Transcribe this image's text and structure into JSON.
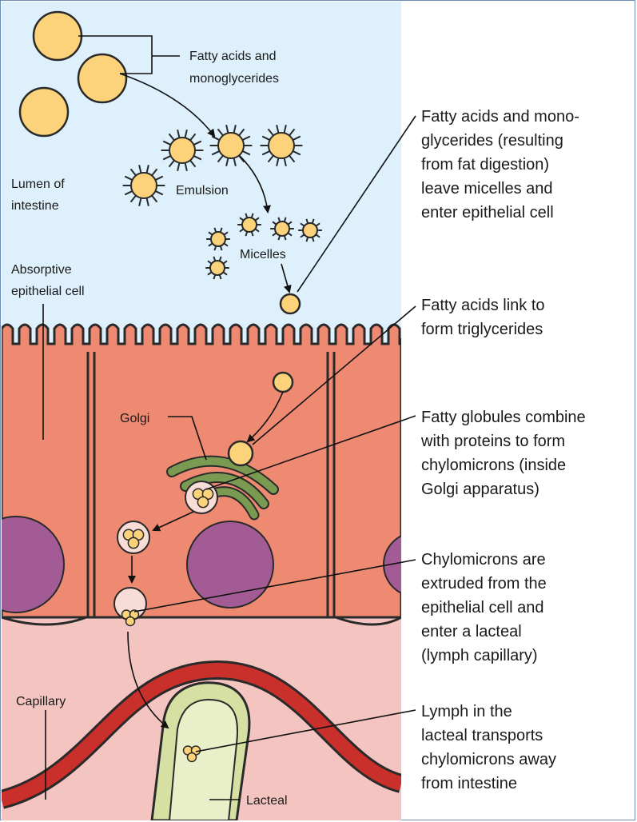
{
  "labels": {
    "fatty_acids": [
      "Fatty acids and",
      "monoglycerides"
    ],
    "lumen": [
      "Lumen of",
      "intestine"
    ],
    "emulsion": "Emulsion",
    "micelles": "Micelles",
    "absorptive": [
      "Absorptive",
      "epithelial cell"
    ],
    "golgi": "Golgi",
    "capillary": "Capillary",
    "lacteal": "Lacteal"
  },
  "steps": [
    [
      "Fatty acids and mono-",
      "glycerides (resulting",
      "from fat digestion)",
      "leave micelles and",
      "enter epithelial cell"
    ],
    [
      "Fatty acids link to",
      "form triglycerides"
    ],
    [
      "Fatty globules combine",
      "with proteins to form",
      "chylomicrons (inside",
      "Golgi apparatus)"
    ],
    [
      "Chylomicrons are",
      "extruded from the",
      "epithelial cell and",
      "enter a lacteal",
      "(lymph capillary)"
    ],
    [
      "Lymph in the",
      "lacteal transports",
      "chylomicrons away",
      "from intestine"
    ]
  ],
  "colors": {
    "lumen": "#ddf0fb",
    "cell": "#ef8a72",
    "tissue": "#f4c4c0",
    "nucleus": "#a25b95",
    "golgi": "#7a9a52",
    "lipid": "#fcd27a",
    "capillary": "#c9302c",
    "lacteal": "#d7e0a3"
  }
}
